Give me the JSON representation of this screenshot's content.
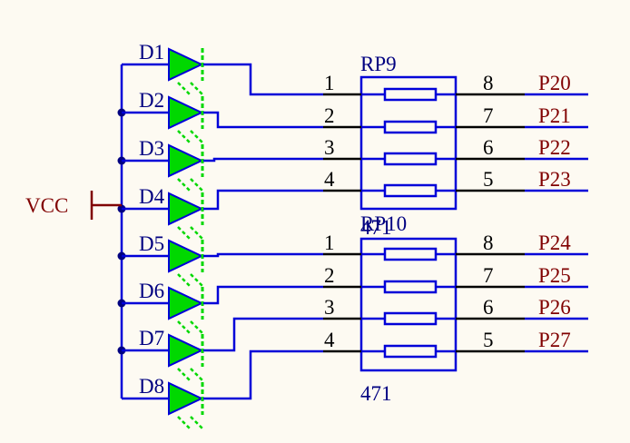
{
  "power": {
    "label": "VCC"
  },
  "leds": [
    {
      "designator": "D1"
    },
    {
      "designator": "D2"
    },
    {
      "designator": "D3"
    },
    {
      "designator": "D4"
    },
    {
      "designator": "D5"
    },
    {
      "designator": "D6"
    },
    {
      "designator": "D7"
    },
    {
      "designator": "D8"
    }
  ],
  "resistor_packs": [
    {
      "designator": "RP9",
      "value": "471",
      "left_pins": [
        "1",
        "2",
        "3",
        "4"
      ],
      "right_pins": [
        "8",
        "7",
        "6",
        "5"
      ],
      "nets": [
        "P20",
        "P21",
        "P22",
        "P23"
      ]
    },
    {
      "designator": "RP10",
      "value": "471",
      "left_pins": [
        "1",
        "2",
        "3",
        "4"
      ],
      "right_pins": [
        "8",
        "7",
        "6",
        "5"
      ],
      "nets": [
        "P24",
        "P25",
        "P26",
        "P27"
      ]
    }
  ],
  "colors": {
    "wire": "#0000d8",
    "component": "#0000d8",
    "led_fill": "#00d800",
    "led_dash": "#00d800",
    "designator_text": "#000080",
    "net_text": "#800000",
    "pin": "#000000",
    "power": "#800000",
    "junction": "#000080",
    "background": "#fdfaf2"
  }
}
